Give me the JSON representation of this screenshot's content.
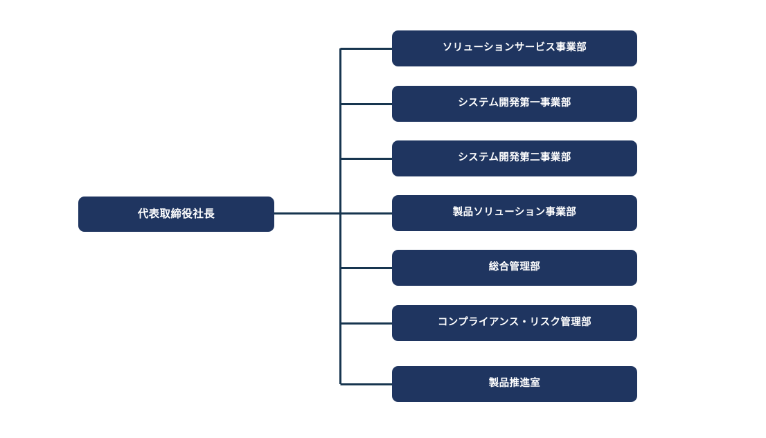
{
  "diagram": {
    "type": "organization-chart",
    "orientation": "left-to-right",
    "background_color": "#ffffff",
    "node_fill_color": "#1f3560",
    "node_text_color": "#ffffff",
    "connector_color": "#17354f",
    "root": {
      "label": "代表取締役社長"
    },
    "children": [
      {
        "label": "ソリューションサービス事業部"
      },
      {
        "label": "システム開発第一事業部"
      },
      {
        "label": "システム開発第二事業部"
      },
      {
        "label": "製品ソリューション事業部"
      },
      {
        "label": "総合管理部"
      },
      {
        "label": "コンプライアンス・リスク管理部"
      },
      {
        "label": "製品推進室"
      }
    ]
  }
}
